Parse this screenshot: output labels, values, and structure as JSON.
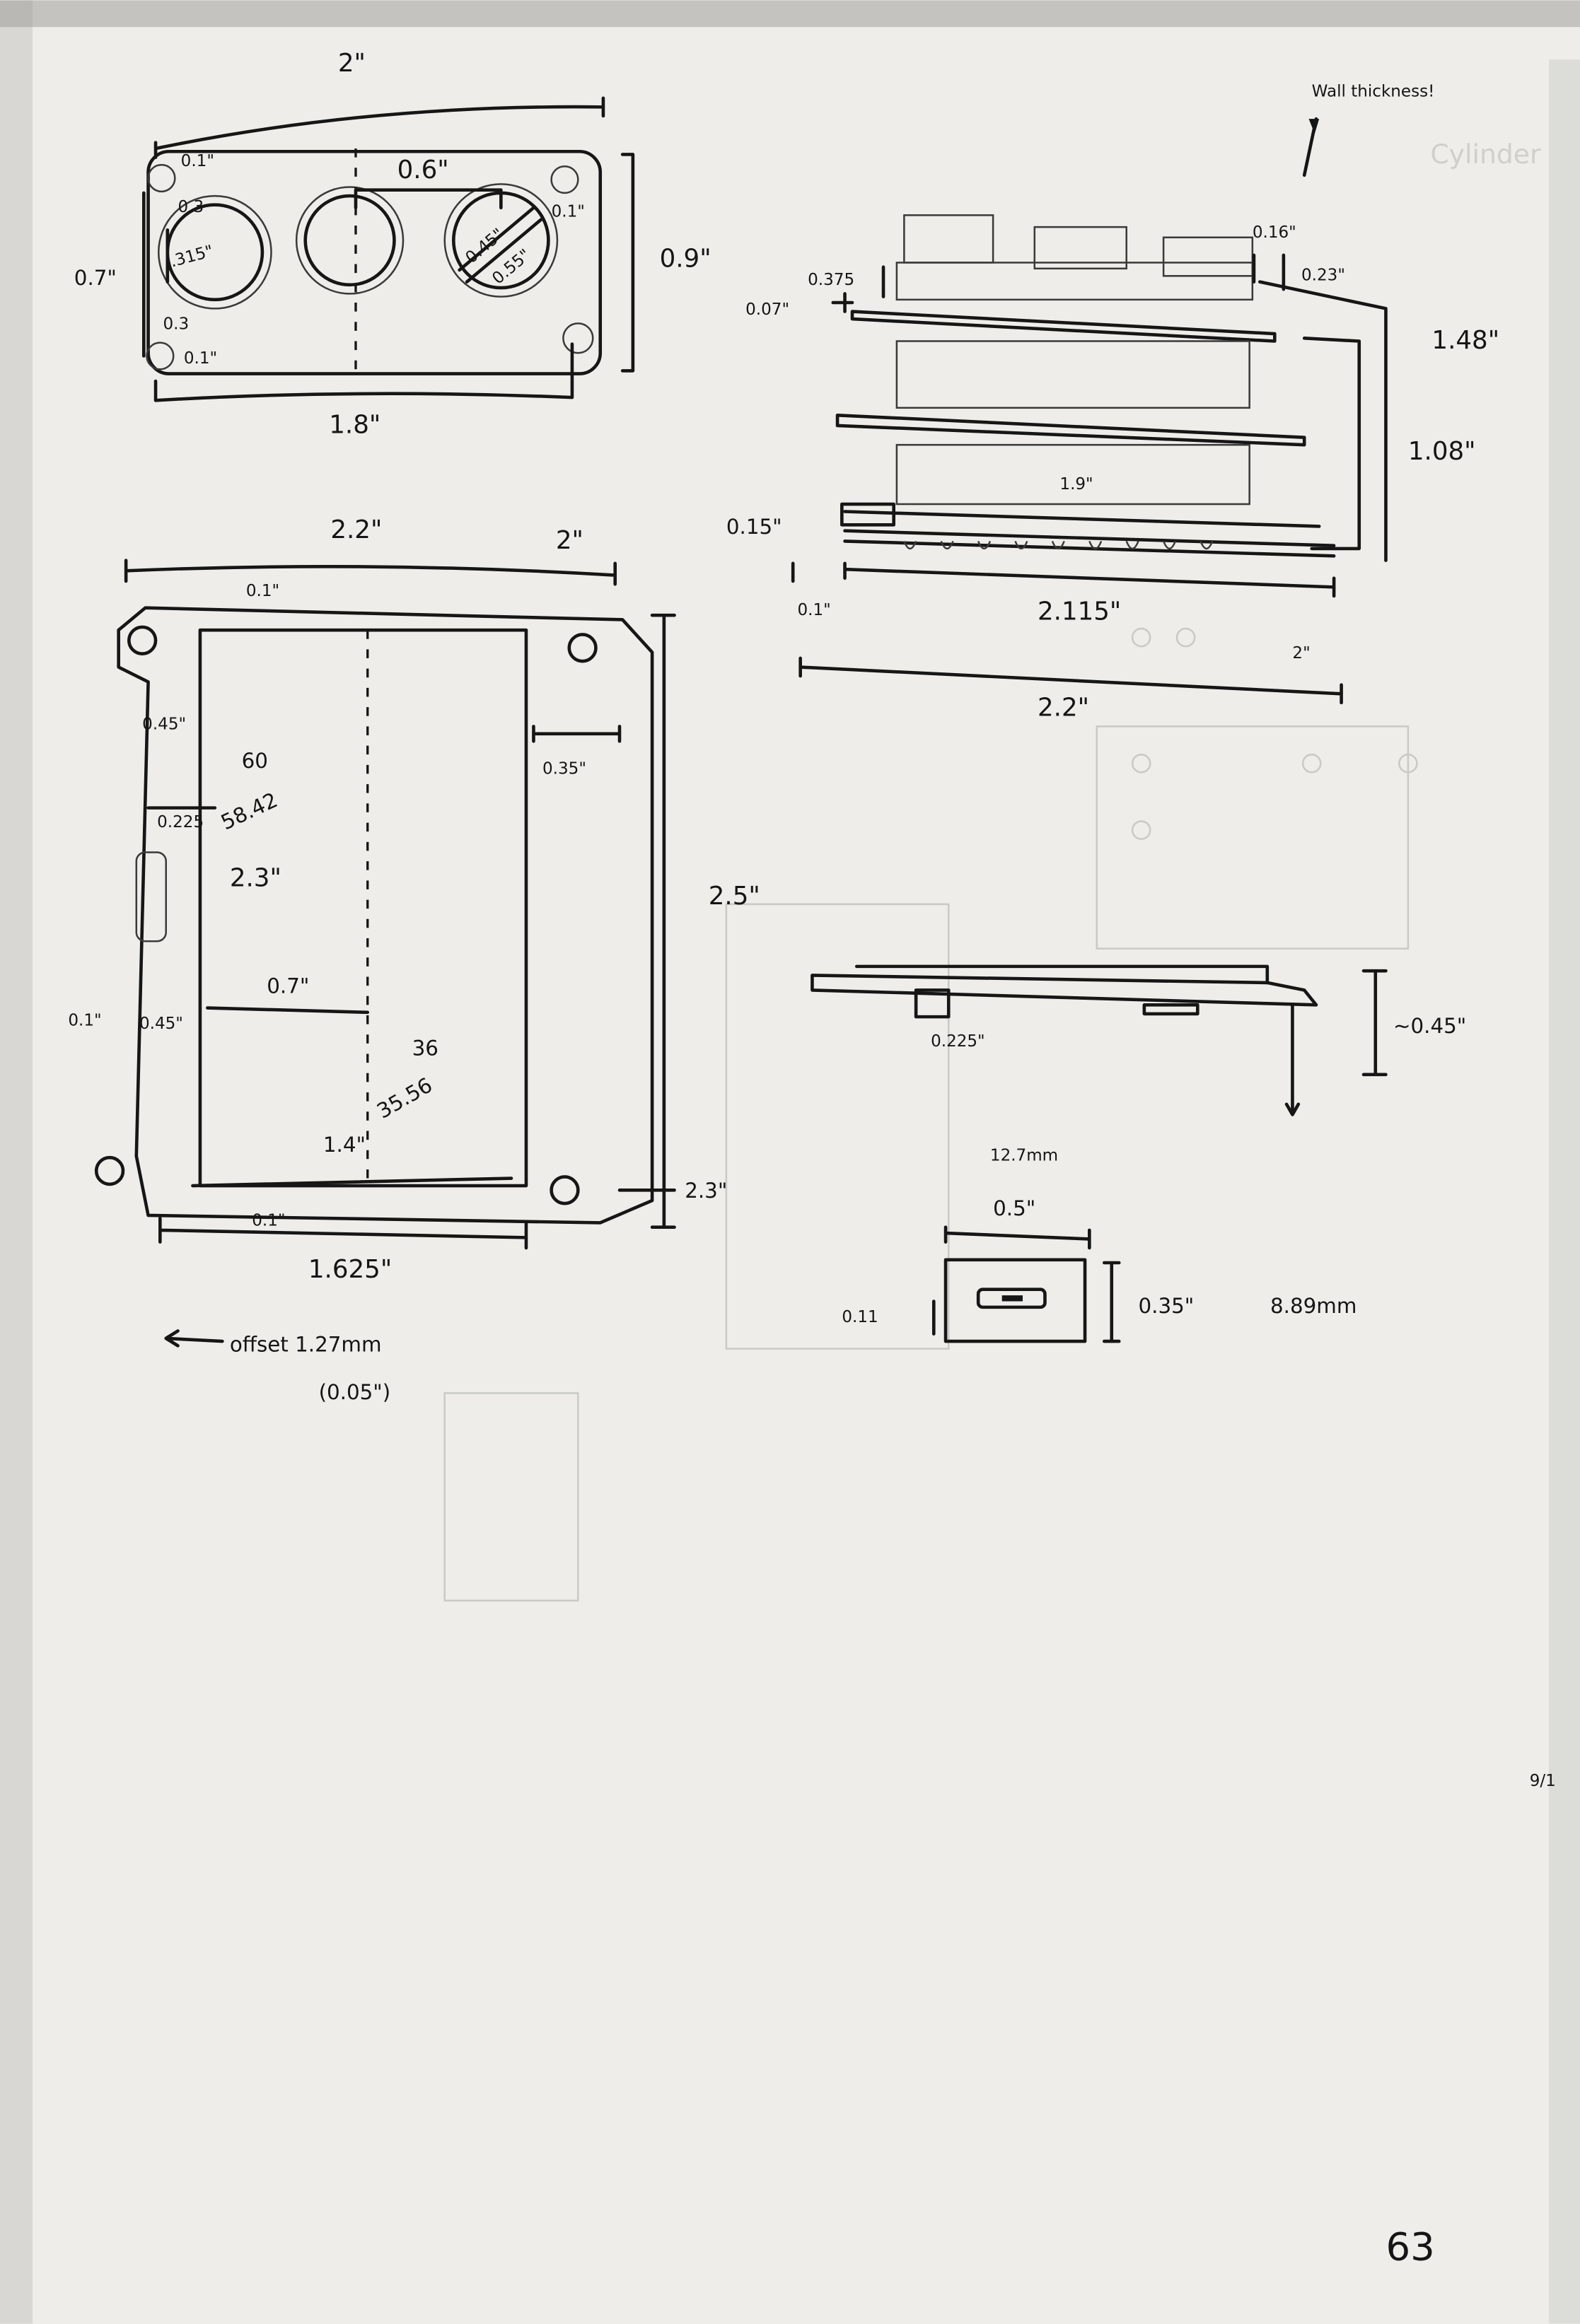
{
  "page_number": "63",
  "margin_mark": "9/1",
  "front_panel": {
    "width_overall": "2\"",
    "hole_spacing": "1.8\"",
    "height": "0.9\"",
    "inner_height": "0.7\"",
    "top_margin": "0.1\"",
    "bottom_margin": "0.1\"",
    "right_margin": "0.1\"",
    "upper_gap": "0.3",
    "lower_gap": "0.3",
    "left_hole_dia": ".315\"",
    "center_to_right": "0.6\"",
    "right_hole_inner": "0.45\"",
    "right_hole_outer": "0.55\""
  },
  "side_view": {
    "note": "Wall thickness!",
    "wall": "0.16\"",
    "top_gap": "0.23\"",
    "connector_height": "0.375",
    "board_thickness": "0.07\"",
    "total_height": "1.48\"",
    "inner_height": "1.08\"",
    "board_length": "1.9\"",
    "bottom_gap": "0.15\"",
    "offset": "0.1\"",
    "length": "2.115\"",
    "inner_width": "2\"",
    "overall_width": "2.2\""
  },
  "top_view": {
    "width_overall": "2.2\"",
    "width_inner": "2\"",
    "top_margin": "0.1\"",
    "left_margin_top": "0.45\"",
    "right_margin": "0.35\"",
    "mm_height_a": "60",
    "mm_height_b": "58.42",
    "side_strip": "0.225",
    "height": "2.3\"",
    "half_width": "0.7\"",
    "left_margin_bottom": "0.45\"",
    "left_edge": "0.1\"",
    "mm_width_a": "36",
    "mm_width_b": "35.56",
    "screen_width": "1.4\"",
    "bottom_margin": "0.1\"",
    "base_width": "1.625\"",
    "side_height": "2.3\"",
    "offset_note": "offset 1.27mm",
    "offset_inch": "(0.05\")"
  },
  "pcb_side": {
    "length": "2.5\"",
    "height": "~0.45\"",
    "tab": "0.225\""
  },
  "usb_port": {
    "mm_width": "12.7mm",
    "width": "0.5\"",
    "offset": "0.11",
    "height": "0.35\"",
    "mm_height": "8.89mm"
  }
}
